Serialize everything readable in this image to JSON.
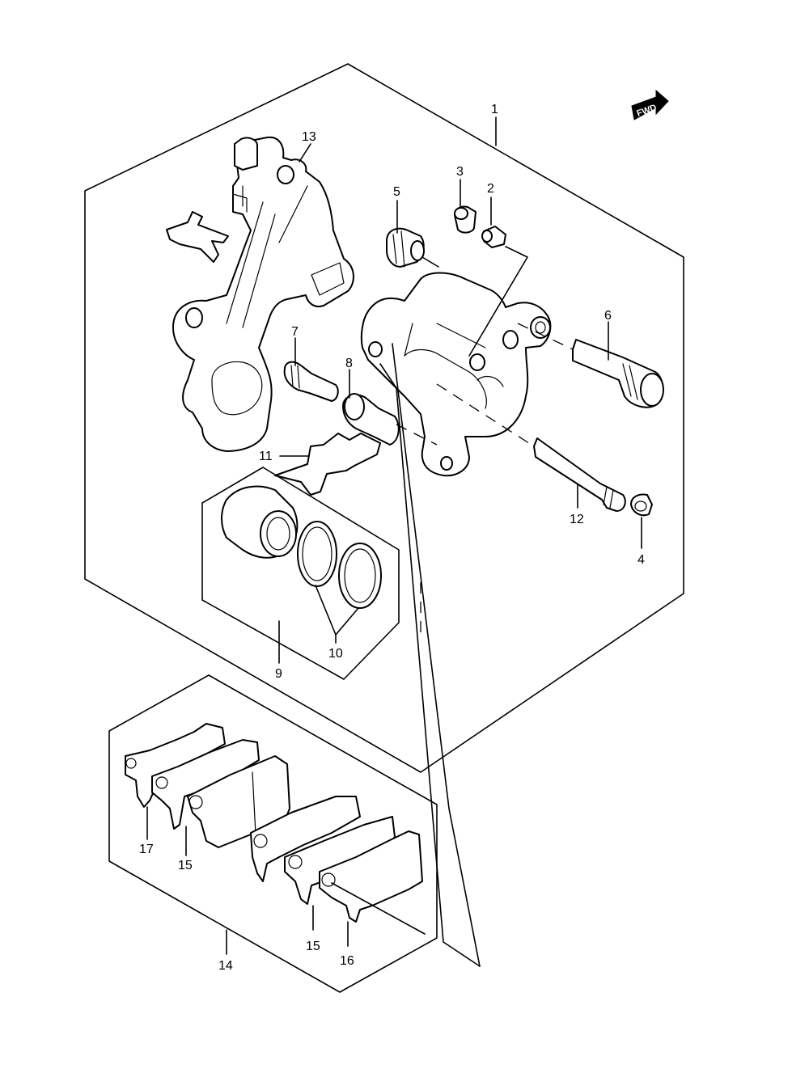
{
  "fwd_label": "FWD",
  "callouts": {
    "c1": "1",
    "c2": "2",
    "c3": "3",
    "c4": "4",
    "c5": "5",
    "c6": "6",
    "c7": "7",
    "c8": "8",
    "c9": "9",
    "c10": "10",
    "c11": "11",
    "c12": "12",
    "c13": "13",
    "c14": "14",
    "c15a": "15",
    "c15b": "15",
    "c16": "16",
    "c17": "17"
  }
}
